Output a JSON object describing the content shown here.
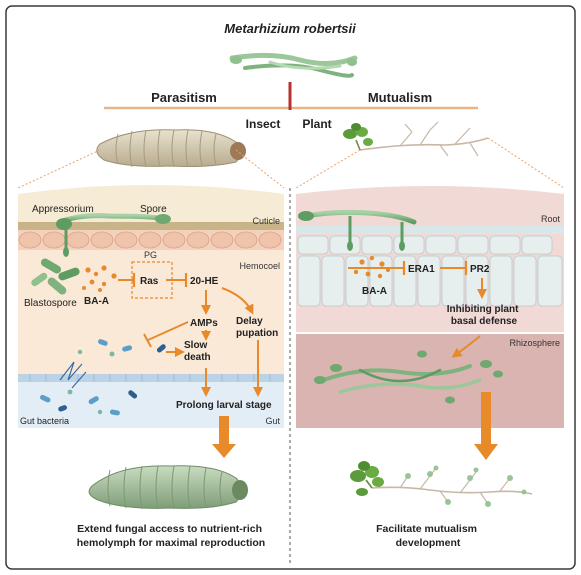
{
  "title": "Metarhizium robertsii",
  "branches": {
    "left": "Parasitism",
    "right": "Mutualism",
    "left_host": "Insect",
    "right_host": "Plant"
  },
  "insect_panel": {
    "labels": {
      "appressorium": "Appressorium",
      "spore": "Spore",
      "cuticle": "Cuticle",
      "pg": "PG",
      "hemocoel": "Hemocoel",
      "blastospore": "Blastospore",
      "ras": "Ras",
      "ba_a": "BA-A",
      "he20": "20-HE",
      "amps": "AMPs",
      "delay": "Delay\npupation",
      "slow": "Slow\ndeath",
      "prolong": "Prolong larval stage",
      "gut_bacteria": "Gut bacteria",
      "gut": "Gut"
    },
    "outcome": "Extend fungal access to nutrient-rich\nhemolymph  for maximal reproduction"
  },
  "plant_panel": {
    "labels": {
      "root": "Root",
      "era1": "ERA1",
      "pr2": "PR2",
      "ba_a": "BA-A",
      "inhibit": "Inhibiting plant\nbasal defense",
      "rhizosphere": "Rhizosphere"
    },
    "outcome": "Facilitate mutualism\ndevelopment"
  },
  "colors": {
    "arrow": "#e8892a",
    "hypha": "#8fbf8f",
    "hypha_dark": "#4f8a55",
    "cuticle": "#f6ecd6",
    "hemocoel": "#fbe9d8",
    "gut": "#dfeaf4",
    "root": "#e8ecec",
    "rhizosphere": "#d9b4b0",
    "accent_red": "#b8312f"
  }
}
